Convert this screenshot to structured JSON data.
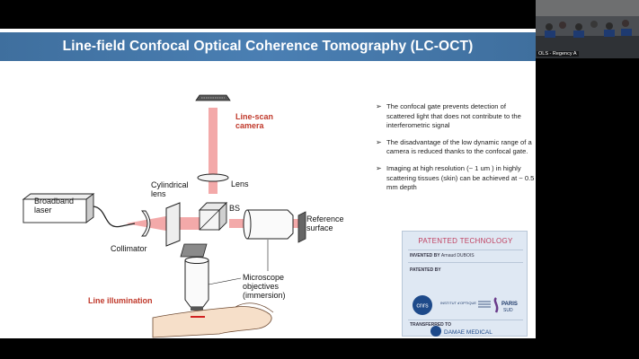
{
  "slide": {
    "title": "Line-field Confocal Optical Coherence Tomography (LC-OCT)"
  },
  "diagram": {
    "labels": {
      "camera": "Line-scan camera",
      "lens": "Lens",
      "cylindrical_lens": "Cylindrical lens",
      "bs": "BS",
      "broadband_laser": "Broadband laser",
      "collimator": "Collimator",
      "reference_surface": "Reference surface",
      "microscope_objectives": "Microscope objectives (immersion)",
      "line_illumination": "Line illumination"
    }
  },
  "bullets": [
    "The confocal gate prevents detection of scattered light that does not contribute to the interferometric signal",
    "The disadvantage of the low dynamic range of a camera is reduced thanks to the confocal gate.",
    "Imaging at high resolution (~ 1 um ) in highly scattering tissues (skin) can be achieved at ~ 0.5 mm depth"
  ],
  "patent": {
    "title": "PATENTED TECHNOLOGY",
    "invented_by_label": "INVENTED BY",
    "inventor": "Arnaud DUBOIS",
    "patented_by_label": "PATENTED BY",
    "transferred_to_label": "TRANSFERRED TO",
    "logos": {
      "cnrs": "cnrs",
      "institut": "INSTITUT d'OPTIQUE",
      "paris": "PARIS",
      "saclay": "SUD",
      "damae": "DAMAE MEDICAL"
    }
  },
  "video": {
    "caption": "OLS - Regency A"
  },
  "colors": {
    "title_bar": "#4a7fb3",
    "beam": "#e06060",
    "patent_title": "#c04060"
  }
}
